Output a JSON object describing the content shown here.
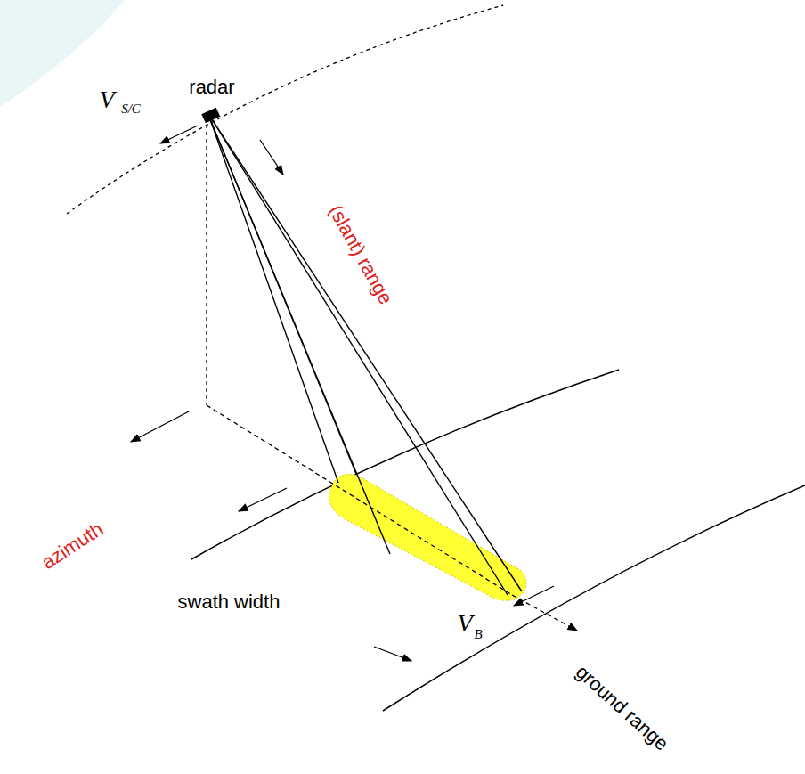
{
  "diagram": {
    "labels": [
      "radar",
      "V",
      "S/C",
      "(slant) range",
      "azimuth",
      "swath width",
      "V",
      "B",
      "ground range"
    ]
  }
}
